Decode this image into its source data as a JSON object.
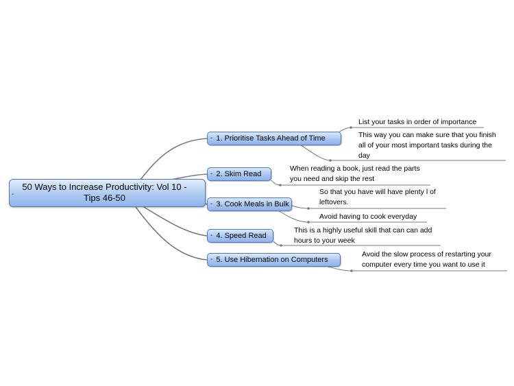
{
  "central": {
    "collapse": "-",
    "title": "50 Ways to Increase Productivity: Vol 10 - Tips 46-50"
  },
  "topics": [
    {
      "collapse": "-",
      "label": "1. Prioritise Tasks Ahead of Time",
      "notes": [
        "List your tasks in order of importance",
        "This way you can make sure that you finish all of your most important tasks during the day"
      ]
    },
    {
      "collapse": "-",
      "label": "2. Skim Read",
      "notes": [
        "When reading a book, just read the parts you need and skip the rest"
      ]
    },
    {
      "collapse": "-",
      "label": "3. Cook Meals in Bulk",
      "notes": [
        "So that you have will have plenty l of leftovers.",
        "Avoid having to cook everyday"
      ]
    },
    {
      "collapse": "-",
      "label": "4. Speed Read",
      "notes": [
        "This is a highly useful skill that can can add hours to your week"
      ]
    },
    {
      "collapse": "-",
      "label": "5. Use Hibernation on Computers",
      "notes": [
        "Avoid the slow process of restarting your computer every time you want to use it"
      ]
    }
  ],
  "colors": {
    "connector": "#7a7a7a",
    "topic_border": "#4f78b8",
    "topic_fill": "#a9c6f0"
  }
}
